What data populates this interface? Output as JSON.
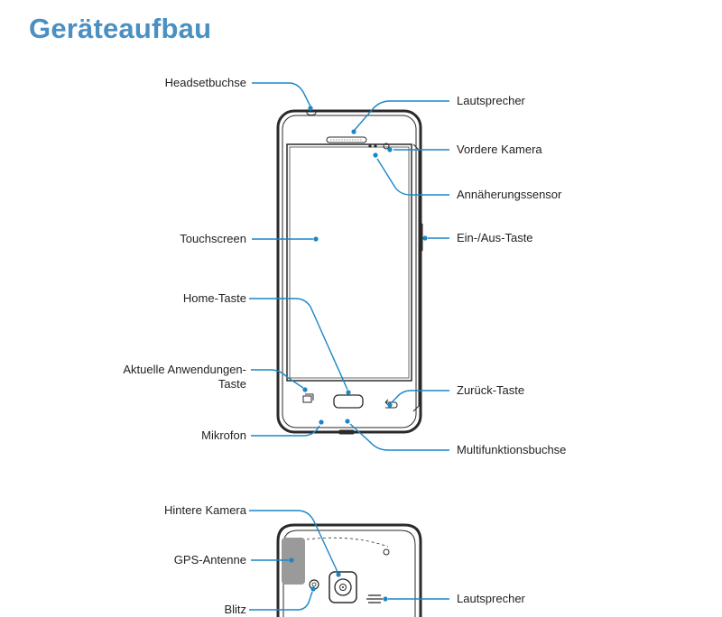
{
  "title": "Geräteaufbau",
  "colors": {
    "title": "#4a90c2",
    "callout": "#1a86c8",
    "device": "#2a2a2a"
  },
  "front_view": {
    "labels_left": {
      "headset_jack": "Headsetbuchse",
      "touchscreen": "Touchscreen",
      "home_key": "Home-Taste",
      "recent_apps_key": "Aktuelle Anwendungen-Taste",
      "microphone": "Mikrofon"
    },
    "labels_right": {
      "speaker": "Lautsprecher",
      "front_camera": "Vordere Kamera",
      "proximity_sensor": "Annäherungssensor",
      "power_key": "Ein-/Aus-Taste",
      "back_key": "Zurück-Taste",
      "multipurpose_jack": "Multifunktionsbuchse"
    }
  },
  "rear_view": {
    "labels_left": {
      "rear_camera": "Hintere Kamera",
      "gps_antenna": "GPS-Antenne",
      "flash": "Blitz"
    },
    "labels_right": {
      "speaker": "Lautsprecher"
    }
  }
}
